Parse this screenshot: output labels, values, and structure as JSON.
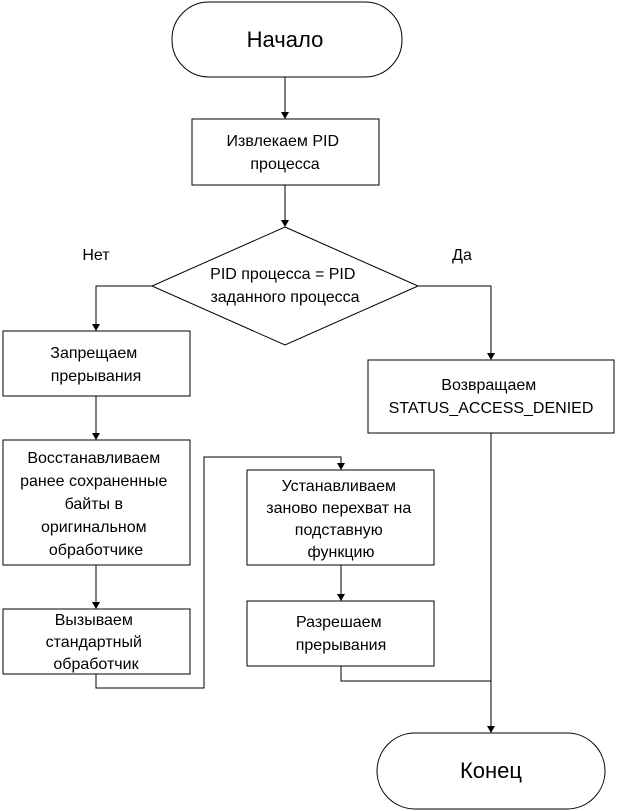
{
  "start_label": "Начало",
  "end_label": "Конец",
  "step_extract_pid": [
    "Извлекаем PID",
    "процесса"
  ],
  "decision": [
    "PID процесса = PID",
    "заданного процесса"
  ],
  "label_no": "Нет",
  "label_yes": "Да",
  "step_return_denied": [
    "Возвращаем",
    "STATUS_ACCESS_DENIED"
  ],
  "step_disable_interrupts": [
    "Запрещаем",
    "прерывания"
  ],
  "step_restore_bytes": [
    "Восстанавливаем",
    "ранее сохраненные",
    "байты в",
    "оригинальном",
    "обработчике"
  ],
  "step_call_standard": [
    "Вызываем",
    "стандартный",
    "обработчик"
  ],
  "step_reinstall_hook": [
    "Устанавливаем",
    "заново перехват на",
    "подставную",
    "функцию"
  ],
  "step_enable_interrupts": [
    "Разрешаем",
    "прерывания"
  ]
}
